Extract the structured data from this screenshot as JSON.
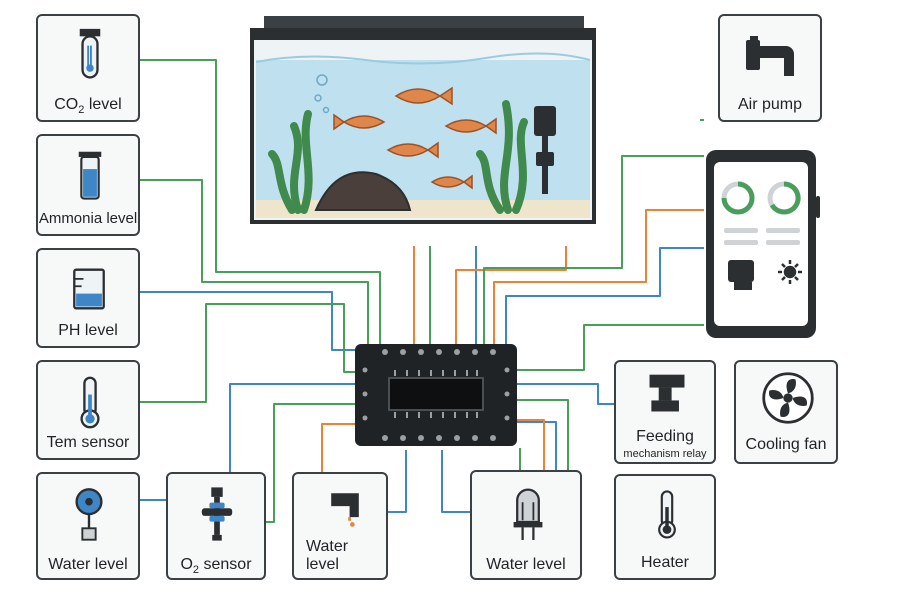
{
  "sensors": {
    "co2": {
      "label": "CO",
      "sub": "2",
      "label_tail": " level"
    },
    "ammonia": {
      "label": "Ammonia level"
    },
    "ph": {
      "label": "PH level"
    },
    "temp": {
      "label": "Tem sensor"
    },
    "water_level_left": {
      "label": "Water level"
    },
    "o2": {
      "label": "O",
      "sub": "2",
      "label_tail": " sensor"
    }
  },
  "actuators": {
    "water_level_valve": {
      "line1": "Water",
      "line2": "level"
    },
    "water_level_bulb": {
      "label": "Water level"
    },
    "heater": {
      "label": "Heater"
    },
    "air_pump": {
      "label": "Air pump"
    },
    "feeding": {
      "label": "Feeding",
      "sublabel": "mechanism relay"
    },
    "cooling_fan": {
      "label": "Cooling fan"
    }
  },
  "colors": {
    "green_wire": "#4a9e5c",
    "blue_wire": "#3f86c6",
    "orange_wire": "#e8843a",
    "border": "#3b4044",
    "water": "#bfe0ef",
    "fish": "#e0864a"
  },
  "icons": {
    "co2": "test-tube-icon",
    "ammonia": "beaker-icon",
    "ph": "beaker-icon",
    "temp": "thermometer-icon",
    "water_level_left": "float-sensor-icon",
    "o2": "probe-icon",
    "valve": "faucet-icon",
    "bulb": "ir-led-icon",
    "heater": "thermometer-icon",
    "air_pump": "faucet-icon",
    "feeding": "relay-icon",
    "cooling_fan": "fan-icon"
  }
}
